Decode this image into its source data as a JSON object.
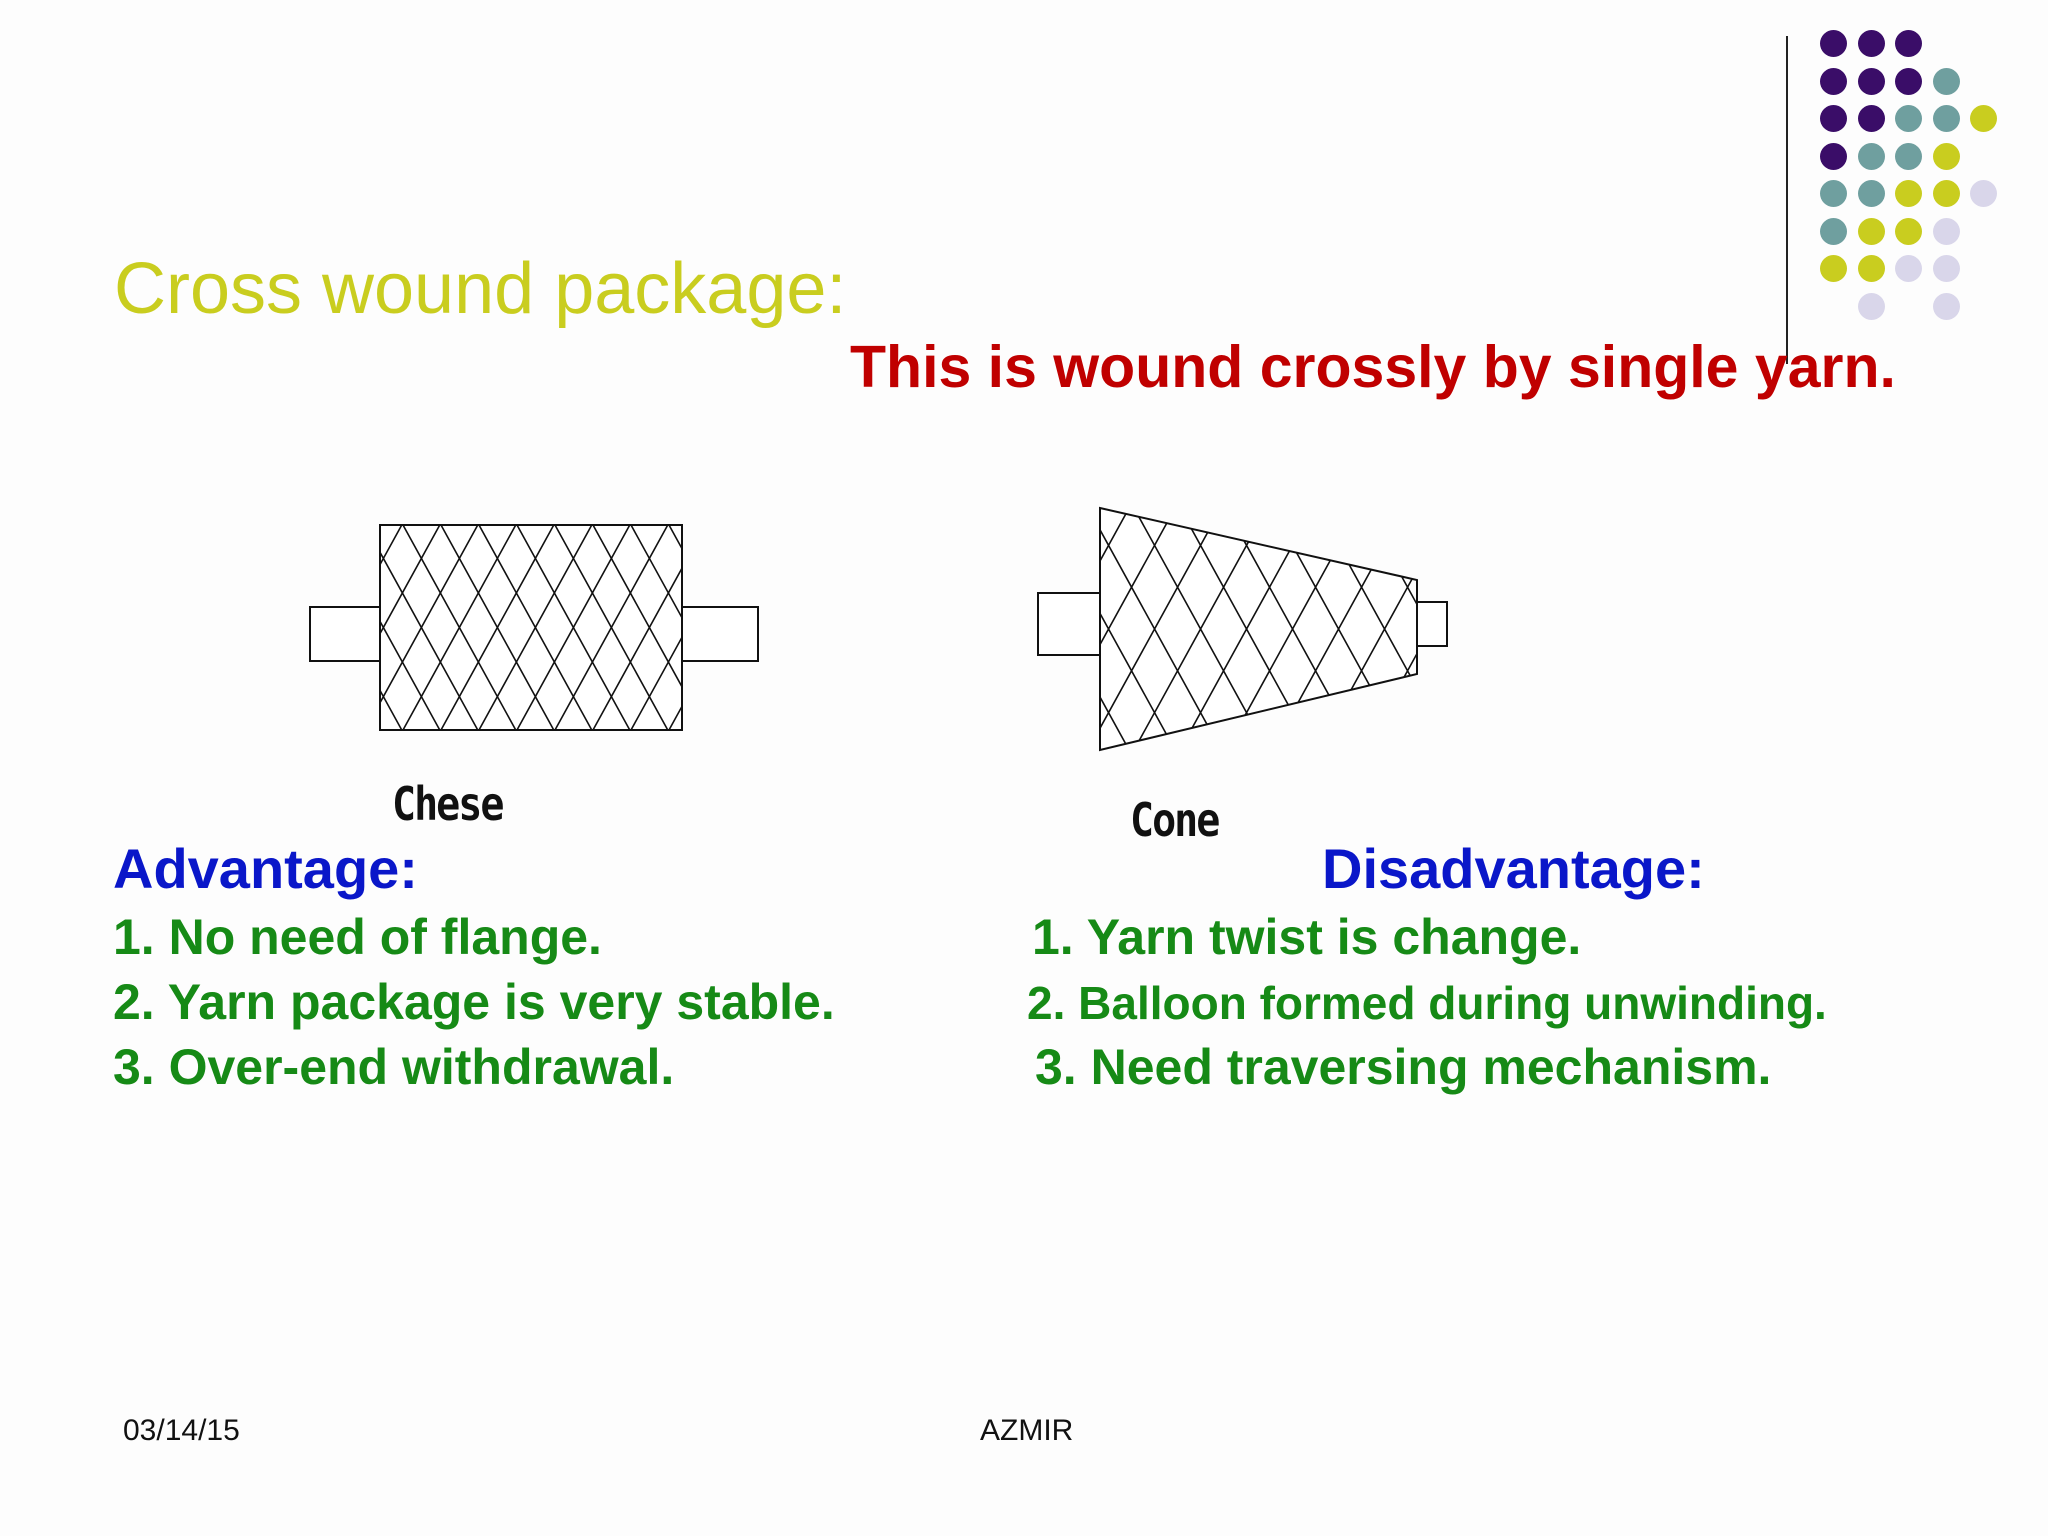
{
  "slide": {
    "title": "Cross wound package:",
    "subtitle": "This is wound crossly by single yarn.",
    "figures": {
      "chese_label": "Chese",
      "cone_label": "Cone"
    },
    "advantage": {
      "heading": "Advantage:",
      "items": [
        "1. No need of flange.",
        "2. Yarn package is very stable.",
        "3. Over-end withdrawal."
      ]
    },
    "disadvantage": {
      "heading": "Disadvantage:",
      "items": [
        "1. Yarn twist is change.",
        "2. Balloon formed during unwinding.",
        "3. Need traversing mechanism."
      ]
    },
    "footer": {
      "date": "03/14/15",
      "author": "AZMIR"
    },
    "colors": {
      "title": "#c9cd1f",
      "subtitle": "#c00000",
      "heading": "#0a17c9",
      "items": "#168a16",
      "dot_purple": "#3a0d68",
      "dot_teal": "#6f9f9f",
      "dot_yellow": "#c9cd1f",
      "dot_lavender": "#d9d6ea"
    }
  }
}
